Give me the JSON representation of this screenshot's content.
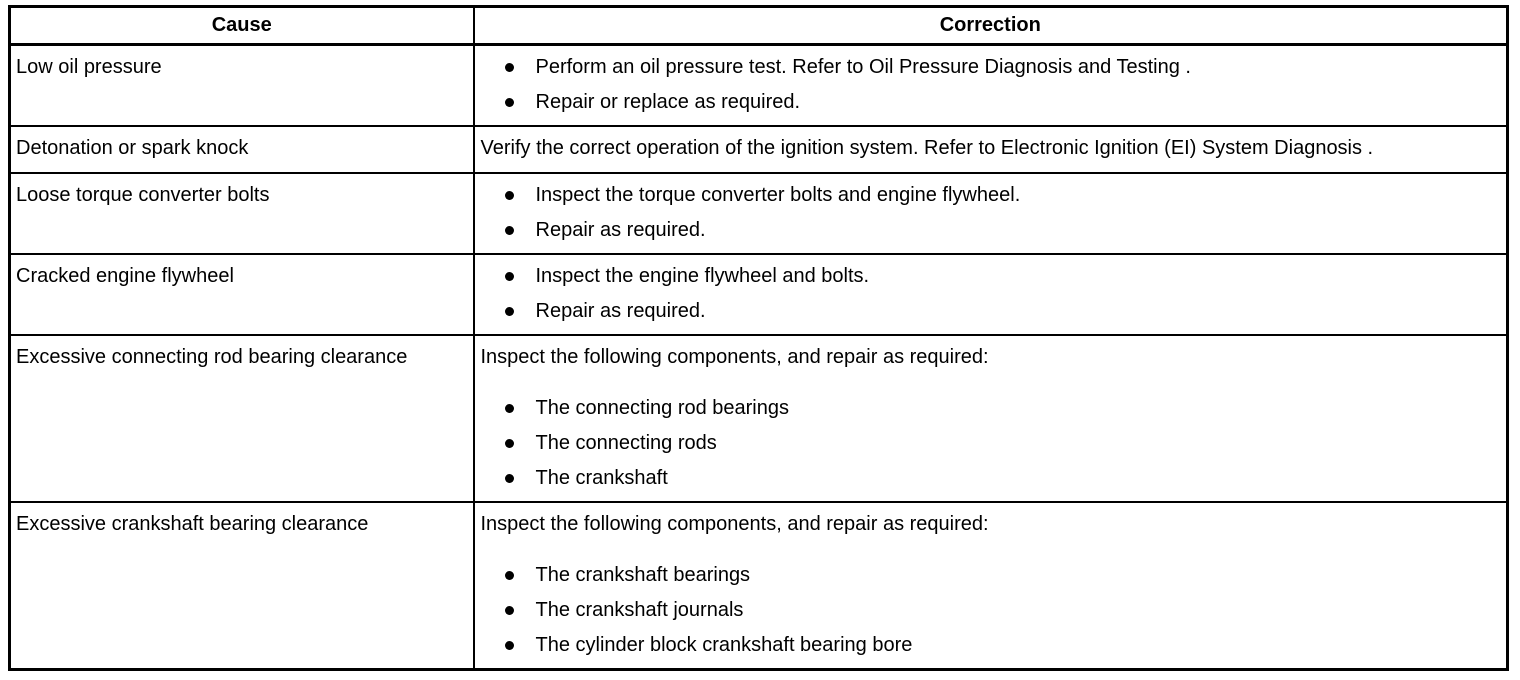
{
  "table": {
    "columns": [
      {
        "key": "cause",
        "header": "Cause"
      },
      {
        "key": "correction",
        "header": "Correction"
      }
    ],
    "rows": [
      {
        "cause": "Low oil pressure",
        "correction": {
          "lead": "",
          "bullets": [
            "Perform an oil pressure test. Refer to Oil Pressure Diagnosis and Testing .",
            "Repair or replace as required."
          ]
        }
      },
      {
        "cause": "Detonation or spark knock",
        "correction": {
          "lead": "Verify the correct operation of the ignition system. Refer to Electronic Ignition (EI) System Diagnosis .",
          "bullets": []
        }
      },
      {
        "cause": "Loose torque converter bolts",
        "correction": {
          "lead": "",
          "bullets": [
            "Inspect the torque converter bolts and engine flywheel.",
            "Repair as required."
          ]
        }
      },
      {
        "cause": "Cracked engine flywheel",
        "correction": {
          "lead": "",
          "bullets": [
            "Inspect the engine flywheel and bolts.",
            "Repair as required."
          ]
        }
      },
      {
        "cause": "Excessive connecting rod bearing clearance",
        "correction": {
          "lead": "Inspect the following components, and repair as required:",
          "bullets": [
            "The connecting rod bearings",
            "The connecting rods",
            "The crankshaft"
          ]
        }
      },
      {
        "cause": "Excessive crankshaft bearing clearance",
        "correction": {
          "lead": "Inspect the following components, and repair as required:",
          "bullets": [
            "The crankshaft bearings",
            "The crankshaft journals",
            "The cylinder block crankshaft bearing bore"
          ]
        }
      }
    ]
  },
  "colors": {
    "border": "#000000",
    "text": "#000000",
    "background": "#ffffff"
  }
}
